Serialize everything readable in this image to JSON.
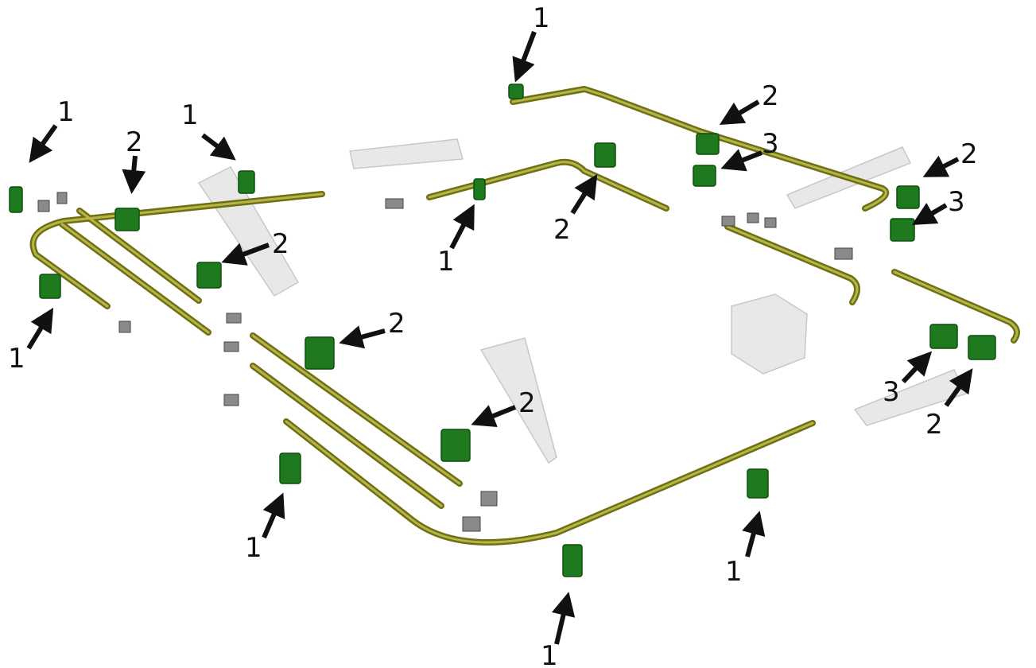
{
  "diagram": {
    "callouts": [
      {
        "id": "c1",
        "text": "1"
      },
      {
        "id": "c2",
        "text": "1"
      },
      {
        "id": "c3",
        "text": "2"
      },
      {
        "id": "c4",
        "text": "2"
      },
      {
        "id": "c5",
        "text": "1"
      },
      {
        "id": "c6",
        "text": "1"
      },
      {
        "id": "c7",
        "text": "2"
      },
      {
        "id": "c8",
        "text": "1"
      },
      {
        "id": "c9",
        "text": "2"
      },
      {
        "id": "c10",
        "text": "3"
      },
      {
        "id": "c11",
        "text": "2"
      },
      {
        "id": "c12",
        "text": "3"
      },
      {
        "id": "c13",
        "text": "2"
      },
      {
        "id": "c14",
        "text": "2"
      },
      {
        "id": "c15",
        "text": "1"
      },
      {
        "id": "c16",
        "text": "1"
      },
      {
        "id": "c17",
        "text": "1"
      },
      {
        "id": "c18",
        "text": "3"
      },
      {
        "id": "c19",
        "text": "2"
      }
    ],
    "colors": {
      "pipe": "#8a8a1e",
      "pipe_light": "#b5b54a",
      "clamp": "#1f7a1f",
      "clamp_dark": "#0f4f0f",
      "fitting": "#7d7d7d",
      "ghost": "#e4e4e4",
      "arrow": "#111111"
    }
  }
}
